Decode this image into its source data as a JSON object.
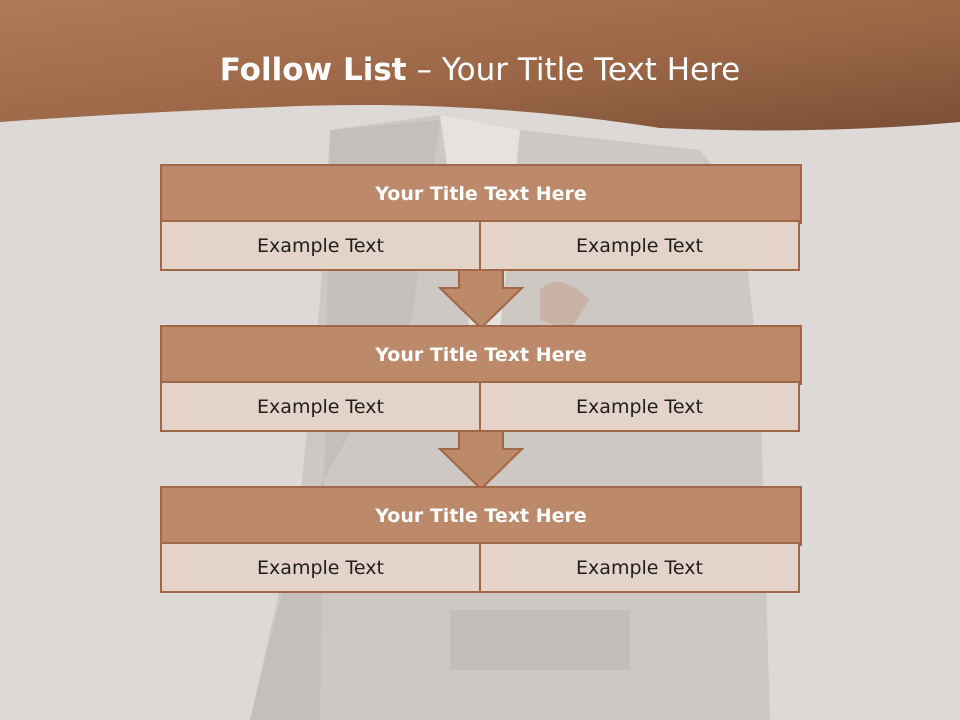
{
  "slide": {
    "title_bold": "Follow List",
    "title_rest": " – Your Title Text Here"
  },
  "steps": [
    {
      "title": "Your Title Text Here",
      "left": "Example Text",
      "right": "Example Text"
    },
    {
      "title": "Your Title Text Here",
      "left": "Example Text",
      "right": "Example Text"
    },
    {
      "title": "Your Title Text Here",
      "left": "Example Text",
      "right": "Example Text"
    }
  ],
  "colors": {
    "header_dark": "#7a4f36",
    "header_light": "#b07a58",
    "box_title_fill": "#bc896a",
    "box_cell_fill": "#e3d3c9",
    "border": "#a26746"
  }
}
